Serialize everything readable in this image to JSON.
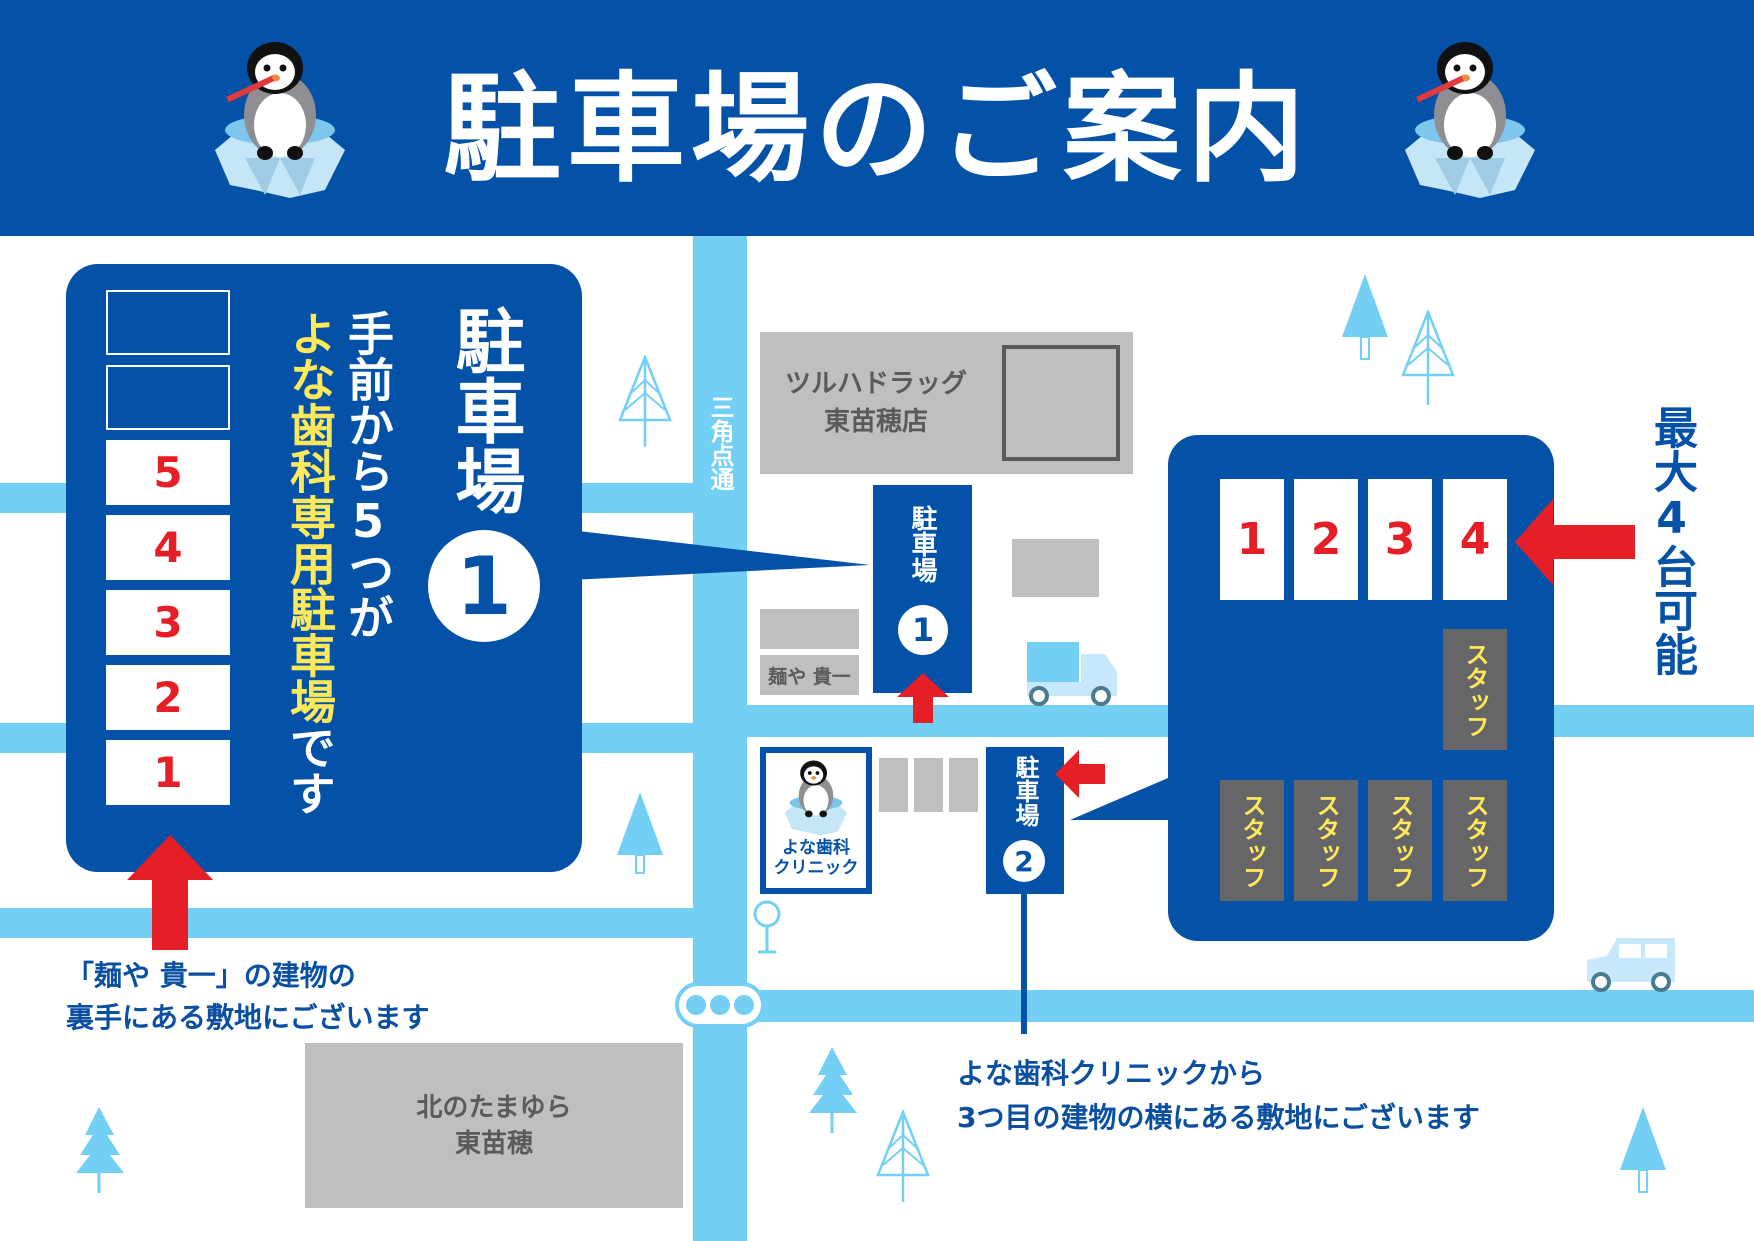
{
  "header": {
    "title": "駐車場のご案内"
  },
  "colors": {
    "navy": "#0452a7",
    "road": "#74cff5",
    "arrow_red": "#e61e25",
    "building_gray": "#bfbfc1",
    "staff_gray": "#666568",
    "highlight_yellow": "#ffe95a"
  },
  "street": {
    "name": "三角点通"
  },
  "buildings": {
    "drugstore": "ツルハドラッグ\n東苗穂店",
    "ramen": "麺や 貴一",
    "hotel": "北のたまゆら\n東苗穂",
    "clinic": "よな歯科\nクリニック"
  },
  "lot1_panel": {
    "heading": "駐車場",
    "number": "1",
    "line1": "手前から5つが",
    "line2": "よな歯科専用駐車場",
    "line3": "です",
    "slots": [
      "",
      "",
      "5",
      "4",
      "3",
      "2",
      "1"
    ]
  },
  "lot1_map": {
    "label": "駐車場",
    "number": "1"
  },
  "lot2_map": {
    "label": "駐車場",
    "number": "2"
  },
  "lot2_panel": {
    "slots": [
      "1",
      "2",
      "3",
      "4"
    ],
    "staff_label": "スタッフ",
    "staff_count": 5,
    "capacity_note": "最大4台可能"
  },
  "notes": {
    "lot1_line1": "「麺や 貴一」の建物の",
    "lot1_line2": "裏手にある敷地にございます",
    "lot2_line1": "よな歯科クリニックから",
    "lot2_line2": "3つ目の建物の横にある敷地にございます"
  }
}
